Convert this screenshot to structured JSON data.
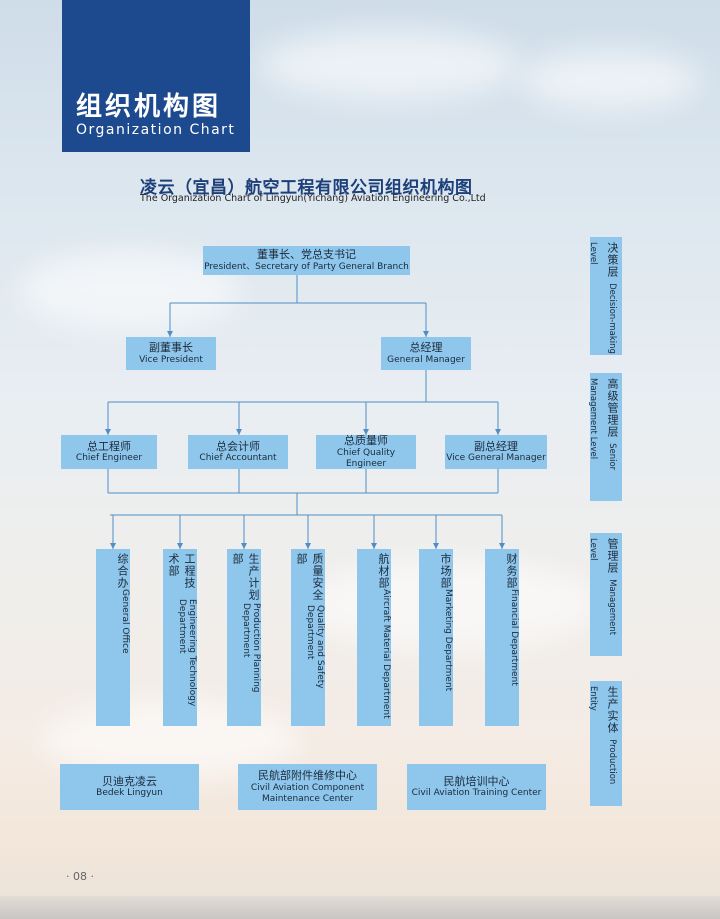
{
  "header": {
    "title_cn": "组织机构图",
    "title_en": "Organization Chart"
  },
  "chart_title": {
    "cn": "凌云（宜昌）航空工程有限公司组织机构图",
    "en": "The Organization Chart of Lingyun(Yichang) Aviation Engineering Co.,Ltd"
  },
  "nodes": {
    "president": {
      "cn": "董事长、党总支书记",
      "en": "President、Secretary of Party General Branch"
    },
    "vice_president": {
      "cn": "副董事长",
      "en": "Vice President"
    },
    "general_manager": {
      "cn": "总经理",
      "en": "General Manager"
    },
    "chief_engineer": {
      "cn": "总工程师",
      "en": "Chief Engineer"
    },
    "chief_accountant": {
      "cn": "总会计师",
      "en": "Chief Accountant"
    },
    "chief_quality_engineer": {
      "cn": "总质量师",
      "en": "Chief Quality Engineer"
    },
    "vice_general_manager": {
      "cn": "副总经理",
      "en": "Vice General Manager"
    }
  },
  "departments": [
    {
      "cn": "综合办",
      "en": "General Office"
    },
    {
      "cn": "工程技术部",
      "en": "Engineering Technology Department"
    },
    {
      "cn": "生产计划部",
      "en": "Production Planning Department"
    },
    {
      "cn": "质量安全部",
      "en": "Quality and Safety Department"
    },
    {
      "cn": "航材部",
      "en": "Aircraft Material Department"
    },
    {
      "cn": "市场部",
      "en": "Marketing Department"
    },
    {
      "cn": "财务部",
      "en": "Financial Department"
    }
  ],
  "entities": [
    {
      "cn": "贝迪克凌云",
      "en": "Bedek Lingyun"
    },
    {
      "cn": "民航部附件维修中心",
      "en": "Civil Aviation Component Maintenance Center"
    },
    {
      "cn": "民航培训中心",
      "en": "Civil Aviation Training Center"
    }
  ],
  "levels": [
    {
      "cn": "决策层",
      "en": "Decision-making Level"
    },
    {
      "cn": "高级管理层",
      "en": "Senior Management Level"
    },
    {
      "cn": "管理层",
      "en": "Management Level"
    },
    {
      "cn": "生产实体",
      "en": "Production Entity"
    }
  ],
  "page_number": "· 08 ·",
  "colors": {
    "header_blue": "#1d4a8f",
    "box_blue": "#8ec6ec",
    "line_blue": "#4f8fc6"
  }
}
